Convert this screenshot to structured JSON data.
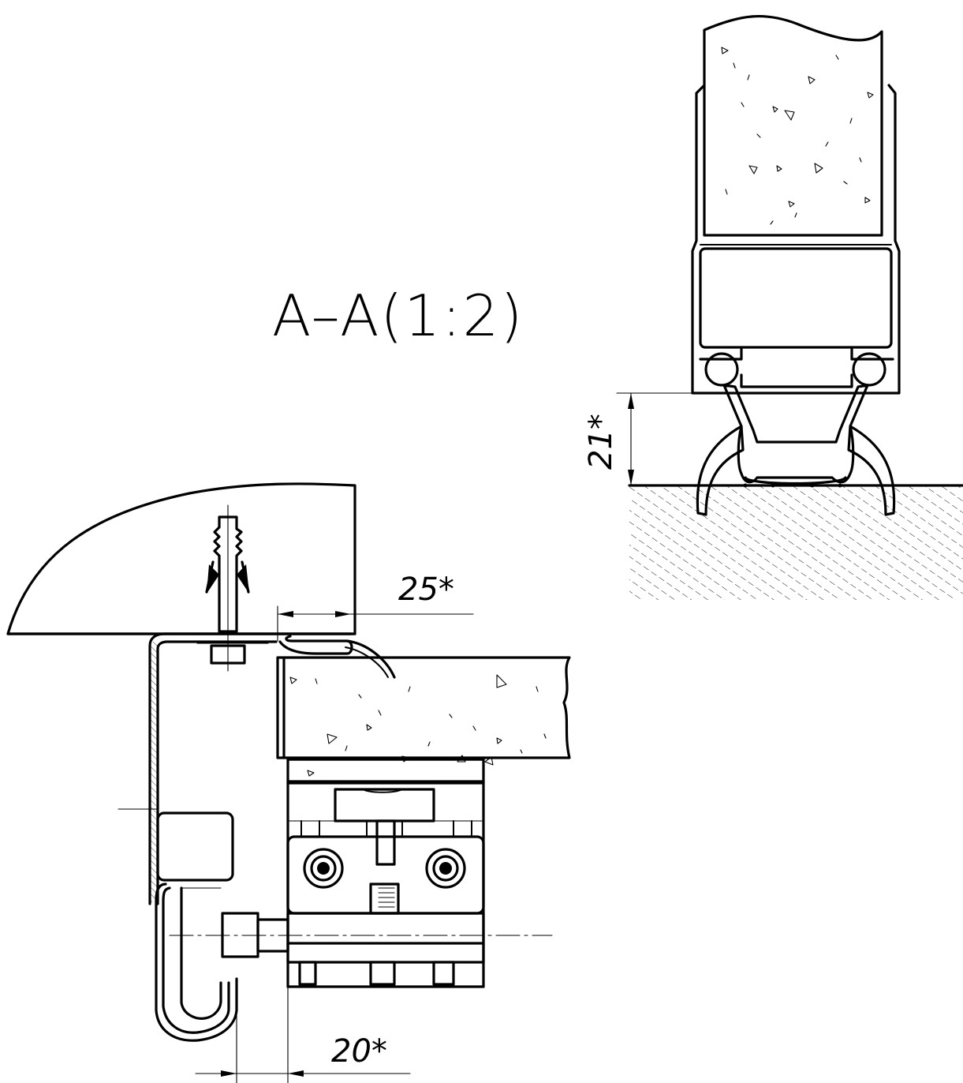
{
  "section_title": "A–A(1:2)",
  "dimensions": {
    "top_right": "21*",
    "top_gap": "25*",
    "bottom_gap": "20*"
  },
  "colors": {
    "line": "#000000",
    "background": "#ffffff"
  }
}
